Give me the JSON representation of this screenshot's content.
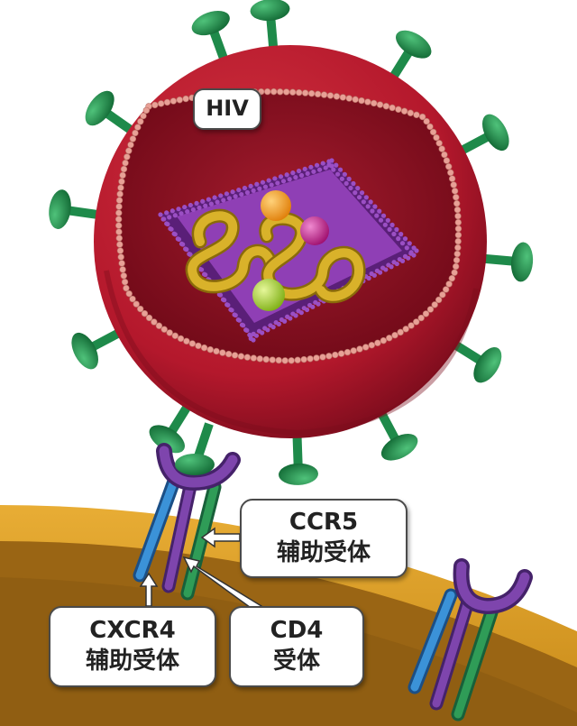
{
  "labels": {
    "hiv": "HIV",
    "ccr5_line1": "CCR5",
    "ccr5_line2": "辅助受体",
    "cxcr4_line1": "CXCR4",
    "cxcr4_line2": "辅助受体",
    "cd4_line1": "CD4",
    "cd4_line2": "受体"
  },
  "colors": {
    "envelope": "#b4182c",
    "envelope_inner": "#8e0f22",
    "membrane_beads": "#e8a096",
    "capsid": "#6a2a8c",
    "capsid_inner": "#8f3fb5",
    "rna": "#c8a21e",
    "enzyme_orange": "#f39a1a",
    "enzyme_magenta": "#c2268f",
    "enzyme_green": "#9ccc2c",
    "spike": "#1e8a4a",
    "cell_membrane": "#d99a25",
    "cell_interior": "#9a6514",
    "receptor_blue": "#2a78c0",
    "receptor_purple": "#6e3a9a",
    "receptor_green": "#2a8a4a"
  }
}
